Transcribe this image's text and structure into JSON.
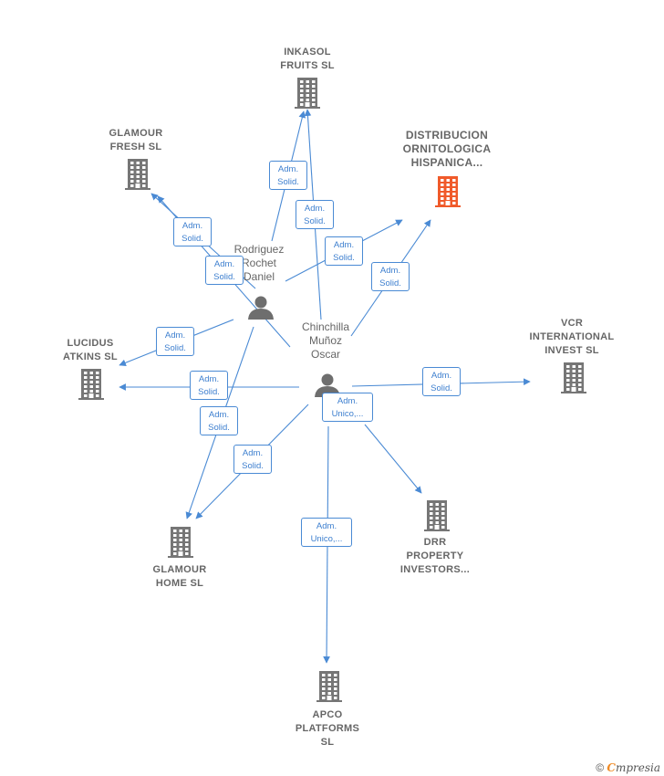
{
  "colors": {
    "edge": "#4a8ad4",
    "building": "#767676",
    "building_highlight": "#f05a2a",
    "person": "#6e6e6e",
    "label": "#666666"
  },
  "companies": [
    {
      "id": "inkasol",
      "label": "INKASOL\nFRUITS  SL",
      "highlight": false
    },
    {
      "id": "glamour-fresh",
      "label": "GLAMOUR\nFRESH  SL",
      "highlight": false
    },
    {
      "id": "distribucion",
      "label": "DISTRIBUCION\nORNITOLOGICA\nHISPANICA...",
      "highlight": true
    },
    {
      "id": "lucidus",
      "label": "LUCIDUS\nATKINS  SL",
      "highlight": false
    },
    {
      "id": "vcr",
      "label": "VCR\nINTERNATIONAL\nINVEST  SL",
      "highlight": false
    },
    {
      "id": "glamour-home",
      "label": "GLAMOUR\nHOME  SL",
      "highlight": false
    },
    {
      "id": "drr",
      "label": "DRR\nPROPERTY\nINVESTORS...",
      "highlight": false
    },
    {
      "id": "apco",
      "label": "APCO\nPLATFORMS\nSL",
      "highlight": false
    }
  ],
  "persons": [
    {
      "id": "rodriguez",
      "label": "Rodriguez\nRochet\nDaniel"
    },
    {
      "id": "chinchilla",
      "label": "Chinchilla\nMuñoz\nOscar"
    }
  ],
  "edges": [
    {
      "from": "rodriguez",
      "to": "inkasol",
      "label": "Adm.\nSolid."
    },
    {
      "from": "rodriguez",
      "to": "glamour-fresh",
      "label": "Adm.\nSolid."
    },
    {
      "from": "rodriguez",
      "to": "distribucion",
      "label": "Adm.\nSolid."
    },
    {
      "from": "rodriguez",
      "to": "lucidus",
      "label": "Adm.\nSolid."
    },
    {
      "from": "rodriguez",
      "to": "glamour-home",
      "label": "Adm.\nSolid."
    },
    {
      "from": "chinchilla",
      "to": "inkasol",
      "label": "Adm.\nSolid."
    },
    {
      "from": "chinchilla",
      "to": "glamour-fresh",
      "label": "Adm.\nSolid."
    },
    {
      "from": "chinchilla",
      "to": "distribucion",
      "label": "Adm.\nSolid."
    },
    {
      "from": "chinchilla",
      "to": "lucidus",
      "label": "Adm.\nSolid."
    },
    {
      "from": "chinchilla",
      "to": "vcr",
      "label": "Adm.\nSolid."
    },
    {
      "from": "chinchilla",
      "to": "glamour-home",
      "label": "Adm.\nSolid."
    },
    {
      "from": "chinchilla",
      "to": "drr",
      "label": "Adm.\nUnico,..."
    },
    {
      "from": "chinchilla",
      "to": "apco",
      "label": "Adm.\nUnico,..."
    }
  ],
  "footer": {
    "copyright": "©",
    "brand_e": "C",
    "brand_rest": "mpresia"
  }
}
